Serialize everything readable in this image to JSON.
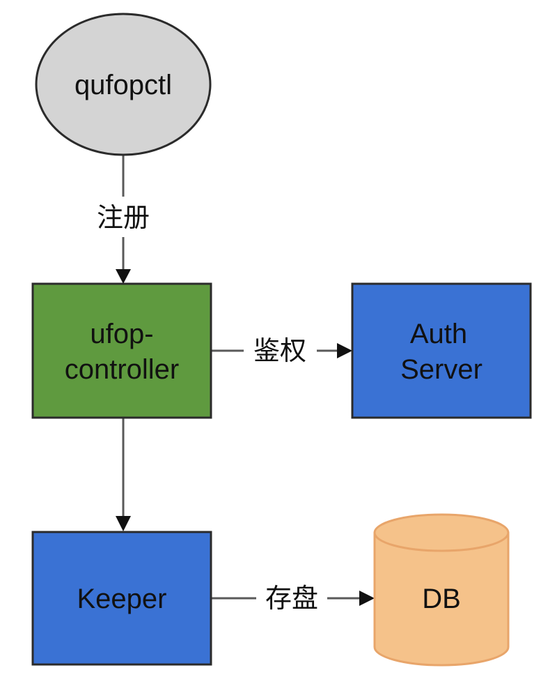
{
  "nodes": {
    "qufopctl": {
      "label": "qufopctl",
      "shape": "ellipse",
      "fill": "#d4d4d4"
    },
    "ufop_controller": {
      "label_line1": "ufop-",
      "label_line2": "controller",
      "shape": "rect",
      "fill": "#5f9a3f"
    },
    "auth_server": {
      "label_line1": "Auth",
      "label_line2": "Server",
      "shape": "rect",
      "fill": "#3a72d4"
    },
    "keeper": {
      "label": "Keeper",
      "shape": "rect",
      "fill": "#3a72d4"
    },
    "db": {
      "label": "DB",
      "shape": "cylinder",
      "fill": "#f5c28a"
    }
  },
  "edges": {
    "register": {
      "from": "qufopctl",
      "to": "ufop-controller",
      "label": "注册"
    },
    "authenticate": {
      "from": "ufop-controller",
      "to": "Auth Server",
      "label": "鉴权"
    },
    "controller_to_keeper": {
      "from": "ufop-controller",
      "to": "Keeper",
      "label": ""
    },
    "persist": {
      "from": "Keeper",
      "to": "DB",
      "label": "存盘"
    }
  },
  "colors": {
    "node_border": "#2b2b2b",
    "edge_line": "#5a5a5a",
    "cylinder_border": "#e8a56a"
  }
}
